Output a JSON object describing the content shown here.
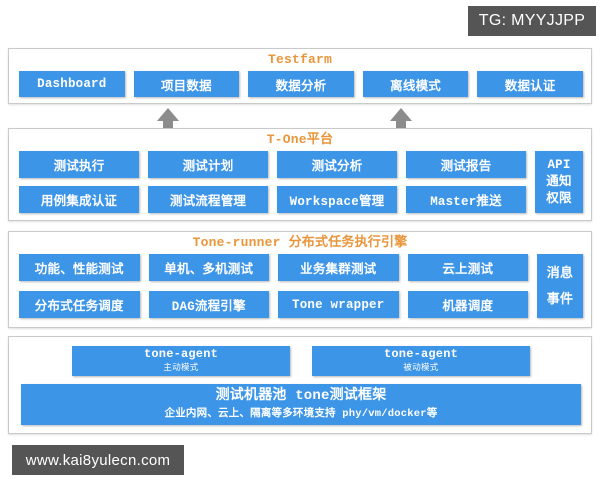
{
  "watermarks": {
    "top_badge": "TG: MYYJJPP",
    "bottom_badge": "www.kai8yulecn.com"
  },
  "diagram": {
    "title_color": "#e8963c",
    "tile_color": "#3d95e8",
    "arrow_color": "#8c8c8c",
    "layers": [
      {
        "id": "testfarm",
        "title": "Testfarm",
        "tiles": [
          "Dashboard",
          "项目数据",
          "数据分析",
          "离线模式",
          "数据认证"
        ]
      },
      {
        "id": "t-one",
        "title": "T-One平台",
        "row1": [
          "测试执行",
          "测试计划",
          "测试分析",
          "测试报告"
        ],
        "row2": [
          "用例集成认证",
          "测试流程管理",
          "Workspace管理",
          "Master推送"
        ],
        "side": {
          "line1": "API",
          "line2": "通知",
          "line3": "权限"
        }
      },
      {
        "id": "tone-runner",
        "title": "Tone-runner 分布式任务执行引擎",
        "row1": [
          "功能、性能测试",
          "单机、多机测试",
          "业务集群测试",
          "云上测试"
        ],
        "row2": [
          "分布式任务调度",
          "DAG流程引擎",
          "Tone wrapper",
          "机器调度"
        ],
        "side": {
          "line1": "消息",
          "line2": "事件"
        }
      },
      {
        "id": "base",
        "agents": [
          {
            "name": "tone-agent",
            "mode": "主动模式"
          },
          {
            "name": "tone-agent",
            "mode": "被动模式"
          }
        ],
        "pool": {
          "title": "测试机器池   tone测试框架",
          "subtitle": "企业内网、云上、隔离等多环境支持   phy/vm/docker等"
        }
      }
    ]
  }
}
